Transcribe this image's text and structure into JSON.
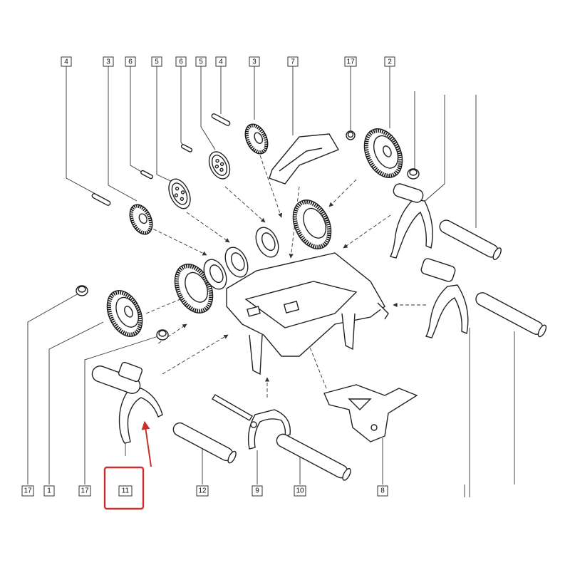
{
  "colors": {
    "highlight": "#c9302c",
    "line": "#333333"
  },
  "callouts": {
    "top": [
      "4",
      "3",
      "6",
      "5",
      "6",
      "5",
      "4",
      "3",
      "7",
      "17",
      "2"
    ],
    "bottom": [
      "17",
      "1",
      "17",
      "11",
      "12",
      "9",
      "10",
      "8"
    ]
  },
  "highlighted_callout": "11"
}
